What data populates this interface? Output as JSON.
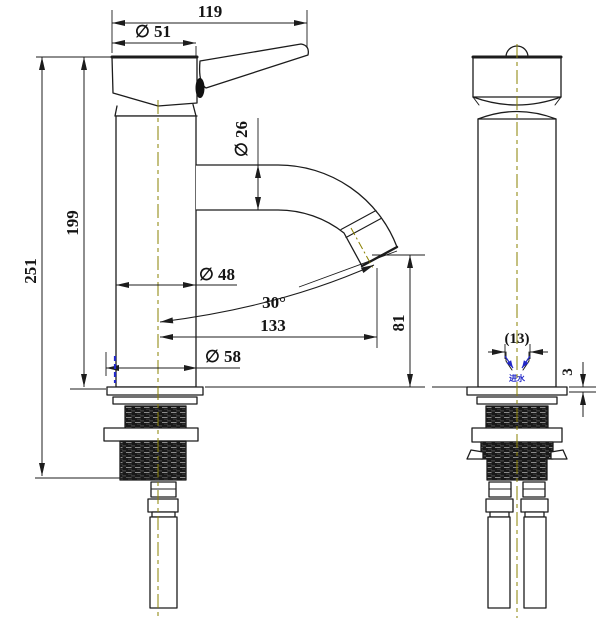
{
  "drawing": {
    "type": "faucet-technical-drawing",
    "colors": {
      "line": "#1c1c1c",
      "centerline": "#8a8000",
      "annotation_blue": "#2228c8",
      "background": "#ffffff"
    },
    "views": {
      "front_view": "front elevation with spout and lever",
      "side_view": "side elevation with supply hoses"
    },
    "dimensions": {
      "top_width": "119",
      "cap_diameter": "∅ 51",
      "spout_diameter": "∅ 26",
      "deck_height": "199",
      "overall_height": "251",
      "body_diameter": "∅ 48",
      "spout_angle": "30°",
      "spout_reach": "133",
      "outlet_height": "81",
      "base_diameter": "∅ 58",
      "inlet_offset": "(13)",
      "plate_thickness": "3",
      "inlet_note": "进水"
    }
  }
}
